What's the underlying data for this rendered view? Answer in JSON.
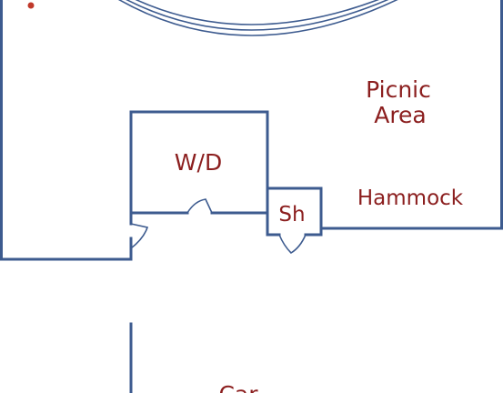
{
  "floorplan": {
    "labels": {
      "picnic_line1": "Picnic",
      "picnic_line2": "Area",
      "wd": "W/D",
      "sh": "Sh",
      "hammock": "Hammock",
      "car": "Car"
    },
    "colors": {
      "walls": "#3d5b8f",
      "labels": "#8b1e1e",
      "marker_dot": "#c0392b",
      "background": "#ffffff"
    }
  }
}
